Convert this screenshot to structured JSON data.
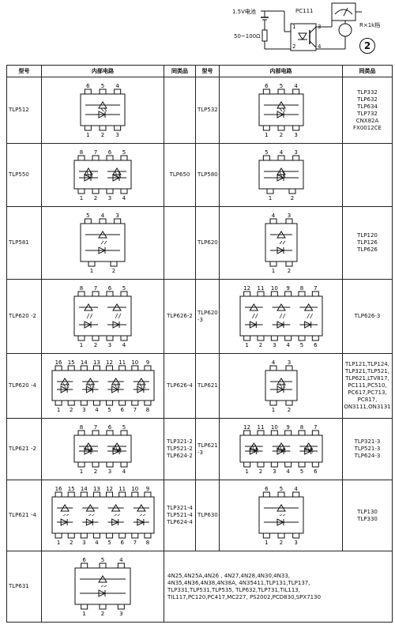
{
  "top_circuit": {
    "battery_label": "1.5V电池",
    "resistor_label": "50~100Ω",
    "chip_label": "PC111",
    "meter_label": "R×1k档",
    "figure_number": "2",
    "pins": [
      "1",
      "2",
      "3",
      "4"
    ]
  },
  "table": {
    "headers": [
      "型号",
      "内部电路",
      "同类品",
      "型号",
      "内部电路",
      "同类品"
    ],
    "rows": [
      {
        "left_model": "TLP512",
        "left_eq": [],
        "left_pins_top": [
          "6",
          "5",
          "4"
        ],
        "left_pins_bottom": [
          "1",
          "2",
          "3"
        ],
        "right_model": "TLP532",
        "right_eq": [
          "TLP332",
          "TLP632",
          "TLP634",
          "TLP732",
          "CNX82A",
          "FX0012CE"
        ],
        "right_pins_top": [
          "6",
          "5",
          "4"
        ],
        "right_pins_bottom": [
          "1",
          "2",
          "3"
        ]
      },
      {
        "left_model": "TLP550",
        "left_eq": [
          "TLP650"
        ],
        "left_pins_top": [
          "8",
          "7",
          "6",
          "5"
        ],
        "left_pins_bottom": [
          "1",
          "2",
          "3",
          "4"
        ],
        "right_model": "TLP580",
        "right_eq": [],
        "right_pins_top": [
          "5",
          "4",
          "3"
        ],
        "right_pins_bottom": [
          "1",
          "2"
        ]
      },
      {
        "left_model": "TLP581",
        "left_eq": [],
        "left_pins_top": [
          "5",
          "4",
          "3"
        ],
        "left_pins_bottom": [
          "1",
          "2"
        ],
        "right_model": "TLP620",
        "right_eq": [
          "TLP120",
          "TLP126",
          "TLP626"
        ],
        "right_pins_top": [
          "4",
          "3"
        ],
        "right_pins_bottom": [
          "1",
          "2"
        ]
      },
      {
        "left_model": "TLP620 -2",
        "left_eq": [
          "TLP626-2"
        ],
        "left_pins_top": [
          "8",
          "7",
          "6",
          "5"
        ],
        "left_pins_bottom": [
          "1",
          "2",
          "3",
          "4"
        ],
        "right_model": "TLP620 -3",
        "right_eq": [
          "TLP626-3"
        ],
        "right_pins_top": [
          "12",
          "11",
          "10",
          "9",
          "8",
          "7"
        ],
        "right_pins_bottom": [
          "1",
          "2",
          "3",
          "4",
          "5",
          "6"
        ]
      },
      {
        "left_model": "TLP620 -4",
        "left_eq": [
          "TLP626-4"
        ],
        "left_pins_top": [
          "16",
          "15",
          "14",
          "13",
          "12",
          "11",
          "10",
          "9"
        ],
        "left_pins_bottom": [
          "1",
          "2",
          "3",
          "4",
          "5",
          "6",
          "7",
          "8"
        ],
        "right_model": "TLP621",
        "right_eq": [
          "TLP121,TLP124,",
          "TLP321,TLP521,",
          "TLP621,LTV817,",
          "PC111,PC510,",
          "PC617,PC713,",
          "PC817,",
          "ON3111,ON3131"
        ],
        "right_pins_top": [
          "4",
          "3"
        ],
        "right_pins_bottom": [
          "1",
          "2"
        ]
      },
      {
        "left_model": "TLP621 -2",
        "left_eq": [
          "TLP321-2",
          "TLP521-2",
          "TLP624-2"
        ],
        "left_pins_top": [
          "8",
          "7",
          "6",
          "5"
        ],
        "left_pins_bottom": [
          "1",
          "2",
          "3",
          "4"
        ],
        "right_model": "TLP621 -3",
        "right_eq": [
          "TLP321-3",
          "TLP521-3",
          "TLP624-3"
        ],
        "right_pins_top": [
          "12",
          "11",
          "10",
          "9",
          "8",
          "7"
        ],
        "right_pins_bottom": [
          "1",
          "2",
          "3",
          "4",
          "5",
          "6"
        ]
      },
      {
        "left_model": "TLP621 -4",
        "left_eq": [
          "TLP321-4",
          "TLP521-4",
          "TLP624-4"
        ],
        "left_pins_top": [
          "16",
          "15",
          "14",
          "13",
          "12",
          "11",
          "10",
          "9"
        ],
        "left_pins_bottom": [
          "1",
          "2",
          "3",
          "4",
          "5",
          "6",
          "7",
          "8"
        ],
        "right_model": "TLP630",
        "right_eq": [
          "TLP130",
          "TLP330"
        ],
        "right_pins_top": [
          "6",
          "5",
          "4"
        ],
        "right_pins_bottom": [
          "1",
          "2",
          "3"
        ]
      }
    ],
    "last_row": {
      "model": "TLP631",
      "pins_top": [
        "6",
        "5",
        "4"
      ],
      "pins_bottom": [
        "1",
        "2",
        "3"
      ],
      "equivalents": [
        "4N25,4N25A,4N26 , 4N27,4N28,4N30,4N33,",
        "4N35,4N36,4N38,4N38A, 4N35411,TLP131,TLP137,",
        "TLP331,TLP531,TLP535, TLP632,TLP731,TIL113,",
        "TIL117,PC120,PC417,MC227, PS2002,PCD830,SPX7130"
      ]
    }
  }
}
